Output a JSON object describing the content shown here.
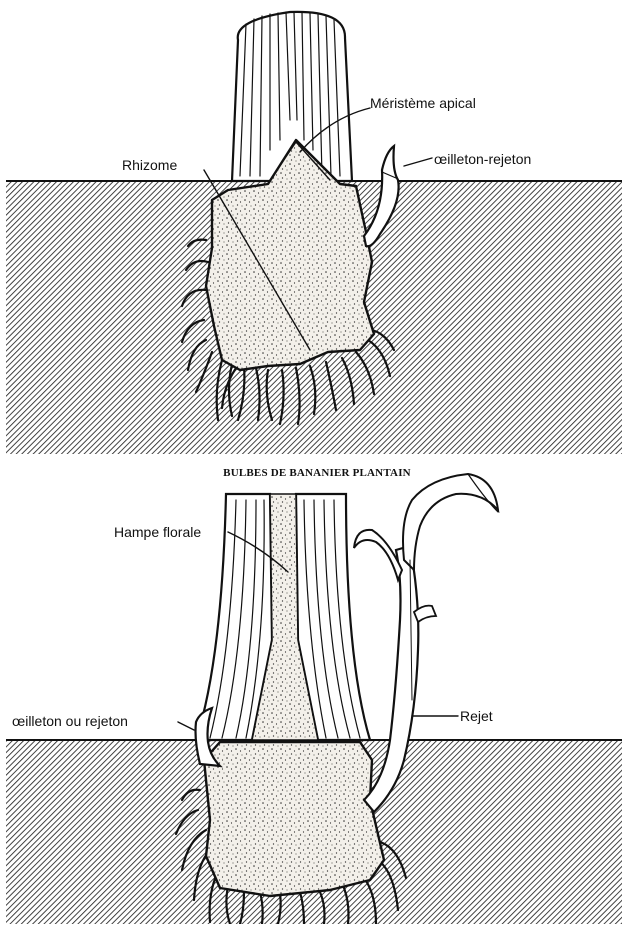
{
  "diagram": {
    "caption": "BULBES DE BANANIER PLANTAIN",
    "top_labels": {
      "meristem": "Méristème apical",
      "sucker": "œilleton-rejeton",
      "rhizome": "Rhizome"
    },
    "bottom_labels": {
      "floral_stalk": "Hampe florale",
      "sucker": "œilleton ou rejeton",
      "shoot": "Rejet"
    }
  }
}
